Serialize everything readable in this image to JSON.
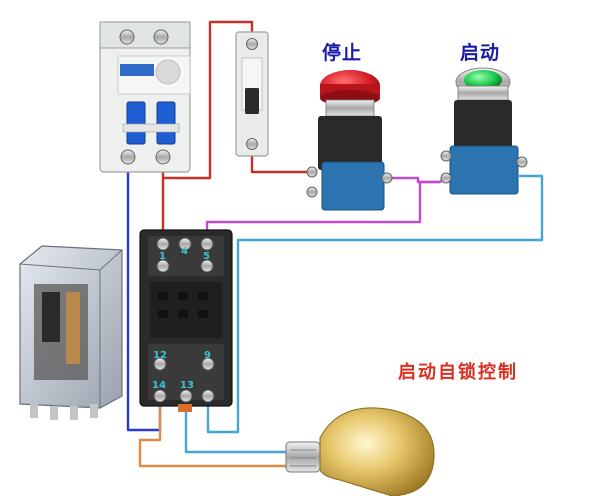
{
  "labels": {
    "stop_button": "停止",
    "start_button": "启动",
    "caption": "启动自锁控制"
  },
  "terminals": {
    "t1": "1",
    "t4": "4",
    "t5": "5",
    "t12": "12",
    "t9": "9",
    "t14": "14",
    "t13": "13"
  },
  "colors": {
    "red_wire": "#c8302a",
    "blue_wire": "#2a3ad8",
    "cyan_wire": "#46a6d6",
    "magenta_wire": "#c54ad2",
    "orange_wire": "#e08a44",
    "stop_button": "#d81e28",
    "start_button": "#18c84a"
  }
}
